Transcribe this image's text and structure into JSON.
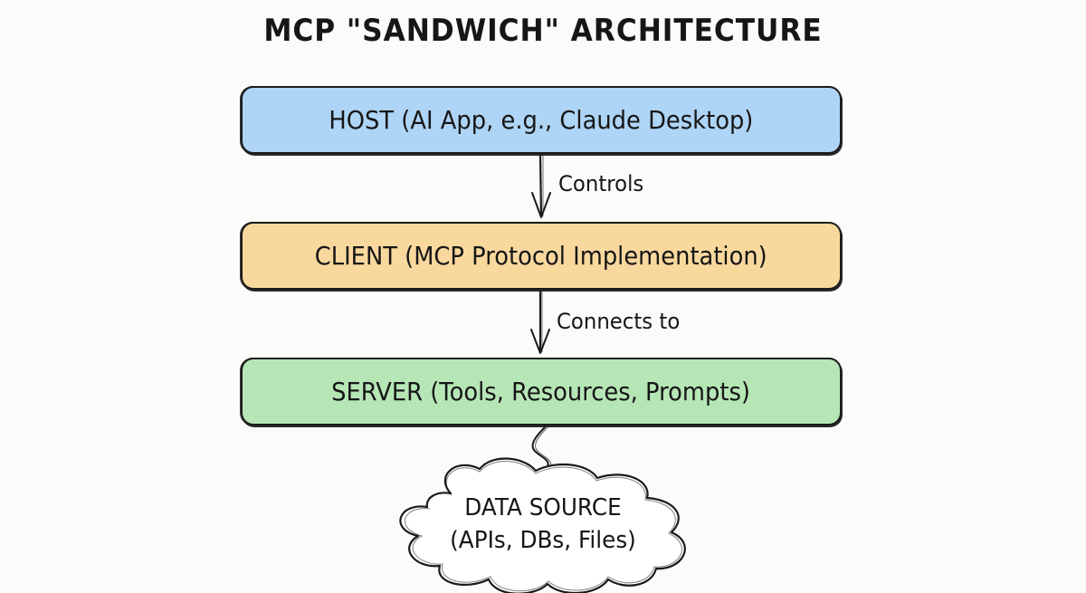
{
  "title": "MCP \"SANDWICH\" ARCHITECTURE",
  "layers": [
    {
      "id": "host",
      "label": "HOST (AI App, e.g., Claude Desktop)",
      "color": "#aed4f6"
    },
    {
      "id": "client",
      "label": "CLIENT (MCP Protocol Implementation)",
      "color": "#f9d89e"
    },
    {
      "id": "server",
      "label": "SERVER (Tools, Resources, Prompts)",
      "color": "#b6e6b6"
    }
  ],
  "connections": [
    {
      "from": "host",
      "to": "client",
      "label": "Controls"
    },
    {
      "from": "client",
      "to": "server",
      "label": "Connects to"
    },
    {
      "from": "server",
      "to": "data-source",
      "label": ""
    }
  ],
  "data_source": {
    "line1": "DATA SOURCE",
    "line2": "(APIs, DBs, Files)"
  }
}
